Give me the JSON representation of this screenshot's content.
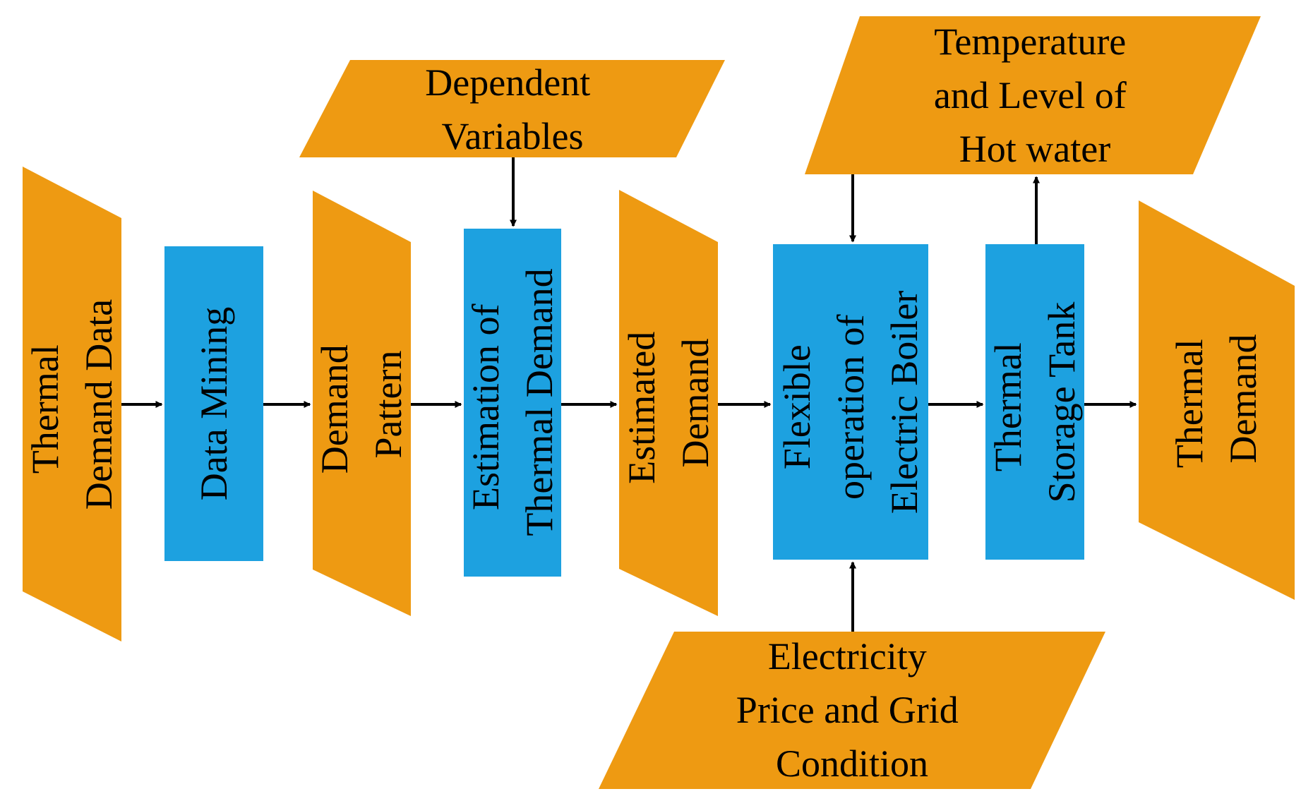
{
  "colors": {
    "io_fill": "#ee9a12",
    "process_fill": "#1da1e0",
    "text": "#000000",
    "arrow": "#000000",
    "background": "#ffffff"
  },
  "nodes": {
    "thermal_demand_data": {
      "lines": [
        "Thermal",
        "Demand Data"
      ]
    },
    "data_mining": {
      "lines": [
        "Data Mining"
      ]
    },
    "demand_pattern": {
      "lines": [
        "Demand",
        "Pattern"
      ]
    },
    "dependent_variables": {
      "lines": [
        "Dependent",
        "Variables"
      ]
    },
    "estimation": {
      "lines": [
        "Estimation of",
        "Thermal Demand"
      ]
    },
    "estimated_demand": {
      "lines": [
        "Estimated",
        "Demand"
      ]
    },
    "temperature_level": {
      "lines": [
        "Temperature",
        "and Level of",
        "Hot water"
      ]
    },
    "flexible_operation": {
      "lines": [
        "Flexible",
        "operation of",
        "Electric Boiler"
      ]
    },
    "thermal_storage": {
      "lines": [
        "Thermal",
        "Storage Tank"
      ]
    },
    "electricity_price": {
      "lines": [
        "Electricity",
        "Price and Grid",
        "Condition"
      ]
    },
    "thermal_demand_out": {
      "lines": [
        "Thermal",
        "Demand"
      ]
    }
  }
}
